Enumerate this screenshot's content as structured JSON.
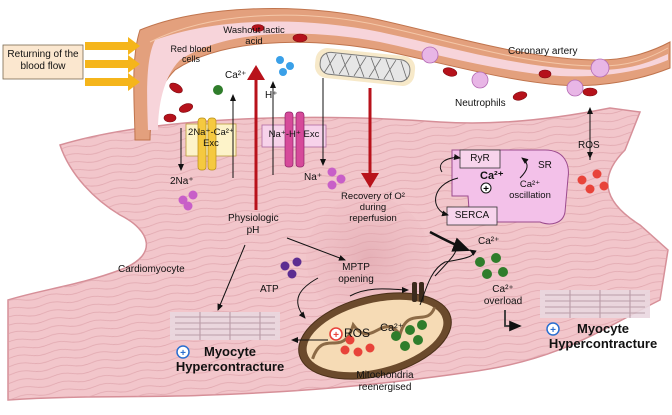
{
  "labels": {
    "returning_flow": "Returning of the blood flow",
    "red_blood_cells": "Red blood cells",
    "washout": "Washout lactic acid",
    "coronary_artery": "Coronary artery",
    "neutrophils": "Neutrophils",
    "ros_top": "ROS",
    "ca_top": "Ca²⁺",
    "h_plus": "H⁺",
    "na_ca_exc": "2Na⁺-Ca²⁺ Exc",
    "na_h_exc": "Na⁺-H⁺ Exc",
    "two_na": "2Na⁺",
    "na_plus": "Na⁺",
    "physiologic_ph": "Physiologic pH",
    "recovery": "Recovery of O² during reperfusion",
    "ryr": "RyR",
    "sr": "SR",
    "ca_sr": "Ca²⁺",
    "ca_oscillation": "Ca²⁺ oscillation",
    "serca": "SERCA",
    "ca_right": "Ca²⁺",
    "cardiomyocyte": "Cardiomyocyte",
    "atp": "ATP",
    "mptp": "MPTP opening",
    "ros_mito": "ROS",
    "ca_mito": "Ca²⁺",
    "mito_reenergised": "Mitochondria reenergised",
    "ca_overload": "Ca²⁺ overload",
    "myocyte_hyper_right": "Myocyte Hypercontracture",
    "myocyte_hyper_left": "Myocyte Hypercontracture"
  },
  "colors": {
    "muscle": "#f2c6cb",
    "muscle_stroke": "#d68f98",
    "vessel_wall": "#e3a07d",
    "vessel_lumen": "#f7d4da",
    "red_arrow": "#b8121b",
    "yellow_arrow": "#f5b51b",
    "ros_red": "#e8433a",
    "ca_green": "#2f7d2b",
    "na_purple": "#c85fc8",
    "atp_purple": "#5c2d91",
    "h_blue": "#3aa0e8",
    "sr_fill": "#f3c1e9"
  }
}
